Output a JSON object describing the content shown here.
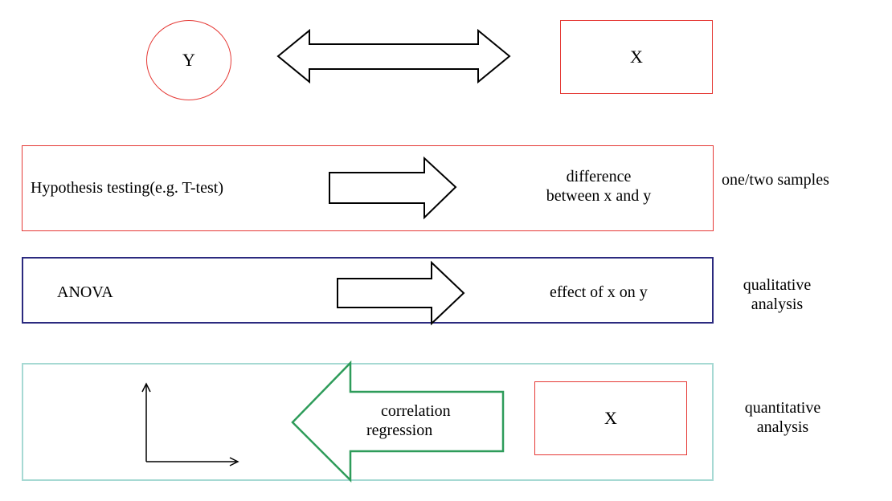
{
  "top": {
    "y_label": "Y",
    "x_label": "X"
  },
  "rows": {
    "hypothesis": {
      "method": "Hypothesis testing(e.g. T-test)",
      "result_line1": "difference",
      "result_line2": "between x and y",
      "side_label": "one/two samples"
    },
    "anova": {
      "method": "ANOVA",
      "result": "effect of x on y",
      "side_line1": "qualitative",
      "side_line2": "analysis"
    },
    "quantitative": {
      "arrow_line1": "correlation",
      "arrow_line2": "regression",
      "x_label": "X",
      "side_line1": "quantitative",
      "side_line2": "analysis"
    }
  },
  "colors": {
    "red": "#e53935",
    "navy": "#2b2a7f",
    "teal": "#a6d9d3",
    "green": "#2e9c5a"
  }
}
